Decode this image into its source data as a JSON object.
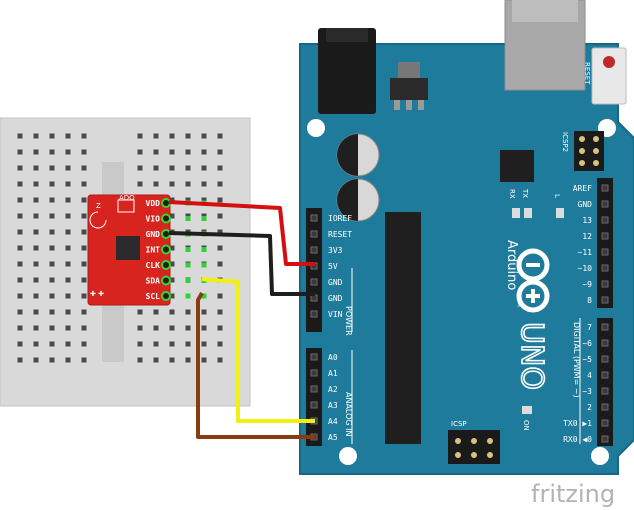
{
  "board": {
    "brand": "Arduino",
    "model": "UNO",
    "tm": "™",
    "reset_label": "RESET",
    "icsp2_label": "ICSP2",
    "icsp_label": "ICSP",
    "l_label": "L",
    "tx_label": "TX",
    "rx_label": "RX",
    "on_label": "ON",
    "power_group": "POWER",
    "analog_group": "ANALOG IN",
    "digital_group": "DIGITAL (PWM= ~)",
    "power_pins": [
      "IOREF",
      "RESET",
      "3V3",
      "5V",
      "GND",
      "GND",
      "VIN"
    ],
    "analog_pins": [
      "A0",
      "A1",
      "A2",
      "A3",
      "A4",
      "A5"
    ],
    "digital_top": [
      "AREF",
      "GND",
      "13",
      "12",
      "~11",
      "~10",
      "~9",
      "8"
    ],
    "digital_bottom": [
      "7",
      "~6",
      "~5",
      "4",
      "~3",
      "2",
      "TX0 ▶1",
      "RX0 ◀0"
    ]
  },
  "sensor": {
    "pins": [
      "VDD",
      "VIO",
      "GND",
      "INT",
      "CLK",
      "SDA",
      "SCL"
    ],
    "ado_label": "ADO",
    "axis_label": "Z"
  },
  "watermark": "fritzing",
  "colors": {
    "board": "#1f7b9c",
    "sensor": "#d8241e",
    "wire_red": "#d50f0f",
    "wire_black": "#1e1e1e",
    "wire_yellow": "#f2ef12",
    "wire_brown": "#8b3a12"
  }
}
